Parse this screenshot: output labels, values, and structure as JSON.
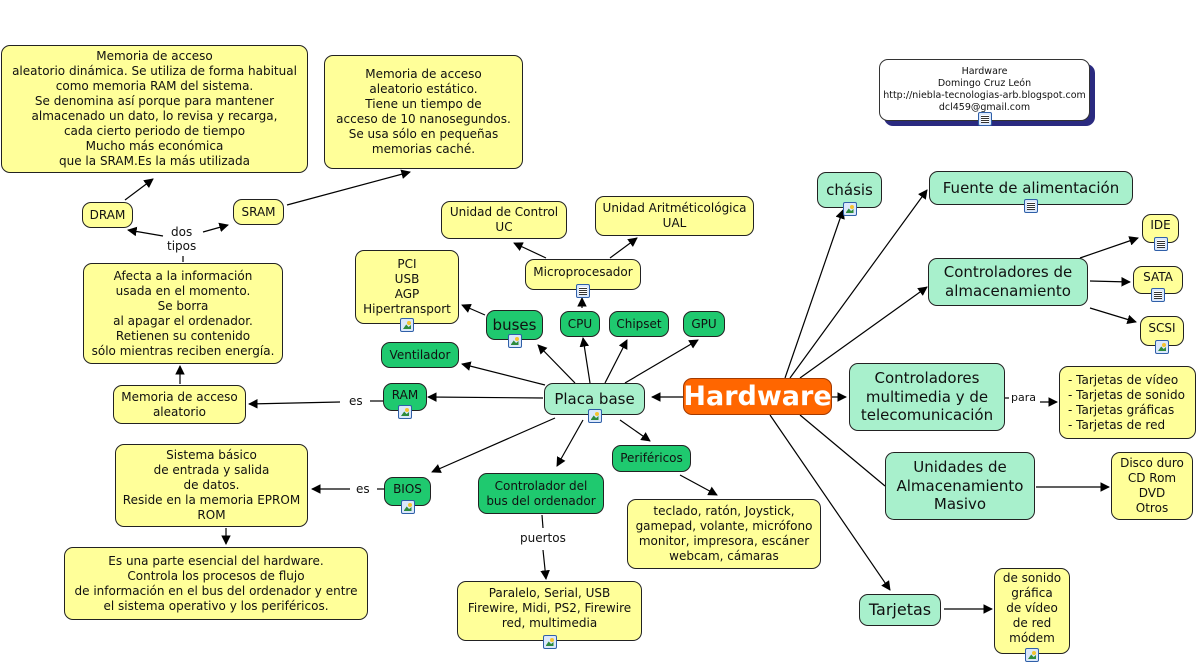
{
  "title_card": {
    "lines": "Hardware\nDomingo Cruz León\nhttp://niebla-tecnologias-arb.blogspot.com\ndcl459@gmail.com",
    "icon": "document-icon"
  },
  "nodes": {
    "hardware": "Hardware",
    "placa_base": "Placa base",
    "chasis": "chásis",
    "fuente": "Fuente de alimentación",
    "ctrl_almac": "Controladores de\nalmacenamiento",
    "ide": "IDE",
    "sata": "SATA",
    "scsi": "SCSI",
    "ctrl_multi": "Controladores\nmultimedia y de\ntelecomunicación",
    "tarjetas_lista": "- Tarjetas de vídeo\n- Tarjetas de sonido\n- Tarjetas gráficas\n- Tarjetas de red",
    "unidades": "Unidades de\nAlmacenamiento\nMasivo",
    "unidades_lista": "Disco duro\nCD Rom\nDVD\nOtros",
    "tarjetas": "Tarjetas",
    "tarjetas_tipos": "de sonido\ngráfica\nde vídeo\nde red\nmódem",
    "microprocesador": "Microprocesador",
    "uc": "Unidad de Control\nUC",
    "ual": "Unidad Aritméticológica\nUAL",
    "buses_lista": "PCI\nUSB\nAGP\nHipertransport",
    "buses": "buses",
    "cpu": "CPU",
    "chipset": "Chipset",
    "gpu": "GPU",
    "ventilador": "Ventilador",
    "ram": "RAM",
    "bios": "BIOS",
    "mem_acceso": "Memoria de acceso\naleatorio",
    "afecta": "Afecta a la información\nusada en el momento.\nSe borra\nal apagar el ordenador.\nRetienen su contenido\nsólo mientras reciben energía.",
    "dram": "DRAM",
    "sram": "SRAM",
    "dram_desc": "Memoria de acceso\naleatorio dinámica. Se utiliza de forma habitual\ncomo memoria RAM del sistema.\nSe denomina así porque para mantener\nalmacenado un dato, lo revisa y recarga,\ncada cierto periodo de tiempo\nMucho más económica\nque la SRAM.Es la más utilizada",
    "sram_desc": "Memoria de acceso\naleatorio estático.\nTiene un tiempo de\nacceso de 10 nanosegundos.\nSe usa sólo en pequeñas\nmemorias caché.",
    "bios_desc": "Sistema básico\nde entrada y salida\nde datos.\nReside en la memoria EPROM\nROM",
    "bios_desc2": "Es una parte esencial del hardware.\nControla los procesos de flujo\nde información en el bus del ordenador y entre\nel sistema operativo y los periféricos.",
    "controlador_bus": "Controlador del\nbus del ordenador",
    "puertos_lista": "Paralelo, Serial, USB\nFirewire, Midi, PS2, Firewire\nred, multimedia",
    "perifericos": "Periféricos",
    "perifericos_lista": "teclado, ratón, Joystick,\ngamepad, volante, micrófono\nmonitor, impresora, escáner\nwebcam, cámaras"
  },
  "link_labels": {
    "dos_tipos": "dos\ntipos",
    "es_ram": "es",
    "es_bios": "es",
    "puertos": "puertos",
    "para": "para"
  },
  "colors": {
    "root": "#ff6600",
    "concept_mint": "#a8f0cc",
    "concept_green": "#1fc96f",
    "detail_yellow": "#ffff99"
  }
}
